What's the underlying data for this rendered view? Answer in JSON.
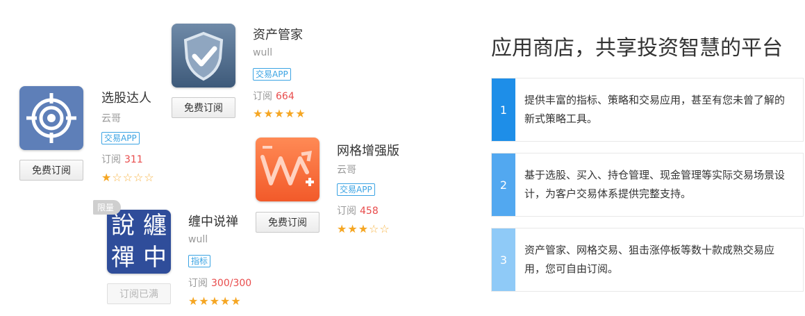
{
  "apps": [
    {
      "name": "资产管家",
      "author": "wull",
      "tag": "交易APP",
      "subs_label": "订阅",
      "subs_count": "664",
      "rating": 5,
      "button": "免费订阅",
      "icon": "shield-check-icon"
    },
    {
      "name": "选股达人",
      "author": "云哥",
      "tag": "交易APP",
      "subs_label": "订阅",
      "subs_count": "311",
      "rating": 1,
      "button": "免费订阅",
      "icon": "crosshair-target-icon"
    },
    {
      "name": "网格增强版",
      "author": "云哥",
      "tag": "交易APP",
      "subs_label": "订阅",
      "subs_count": "458",
      "rating": 3,
      "button": "免费订阅",
      "icon": "grid-wave-icon"
    },
    {
      "name": "缠中说禅",
      "author": "wull",
      "tag": "指标",
      "subs_label": "订阅",
      "subs_count": "300/300",
      "rating": 5,
      "button": "订阅已满",
      "badge": "限量",
      "icon": "calligraphy-logo-icon",
      "logo_text": "說纏禪中"
    }
  ],
  "headline": "应用商店，共享投资智慧的平台",
  "features": [
    {
      "number": "1",
      "text": "提供丰富的指标、策略和交易应用，甚至有您未曾了解的新式策略工具。",
      "color": "#1e8ee8"
    },
    {
      "number": "2",
      "text": "基于选股、买入、持仓管理、现金管理等实际交易场景设计，为客户交易体系提供完整支持。",
      "color": "#52a8f0"
    },
    {
      "number": "3",
      "text": "资产管家、网格交易、狙击涨停板等数十款成熟交易应用，您可自由订阅。",
      "color": "#8fcaf7"
    }
  ],
  "colors": {
    "accent": "#3aa3e3",
    "count": "#e84b4b",
    "star": "#f5a623"
  }
}
